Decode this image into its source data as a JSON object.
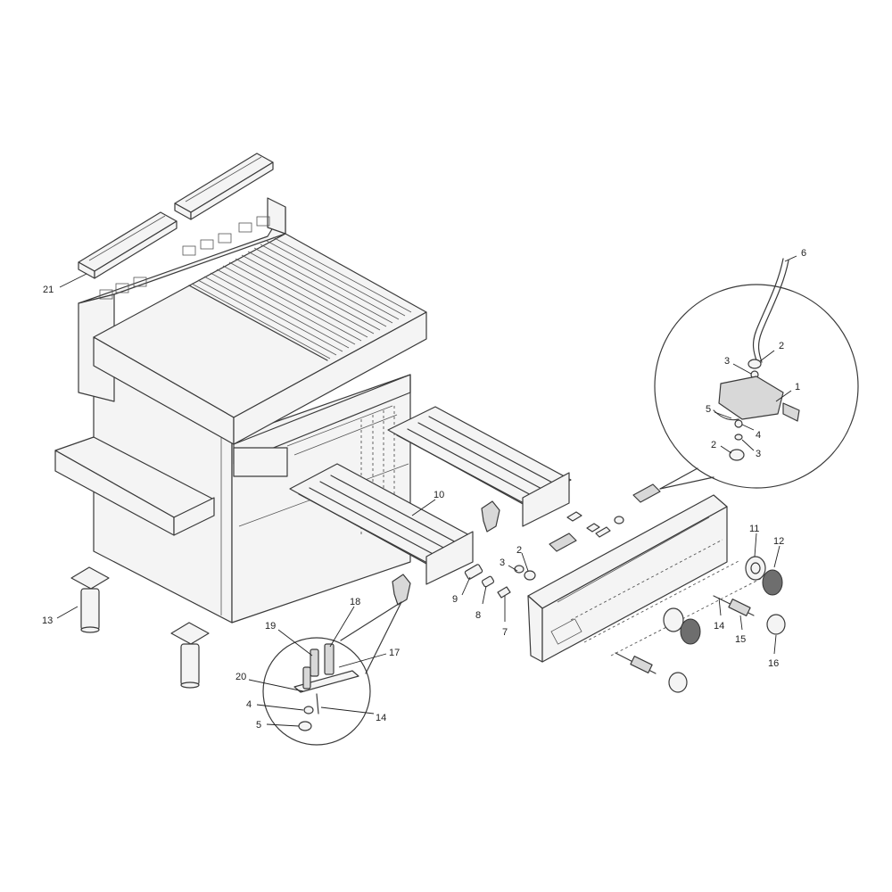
{
  "callouts": {
    "c1": "1",
    "c2a": "2",
    "c2b": "2",
    "c2c": "2",
    "c3a": "3",
    "c3b": "3",
    "c3c": "3",
    "c4a": "4",
    "c4b": "4",
    "c5a": "5",
    "c5b": "5",
    "c6": "6",
    "c7": "7",
    "c8": "8",
    "c9": "9",
    "c10": "10",
    "c11": "11",
    "c12": "12",
    "c13": "13",
    "c14a": "14",
    "c14b": "14",
    "c15": "15",
    "c16": "16",
    "c17": "17",
    "c18": "18",
    "c19": "19",
    "c20": "20",
    "c21": "21"
  }
}
